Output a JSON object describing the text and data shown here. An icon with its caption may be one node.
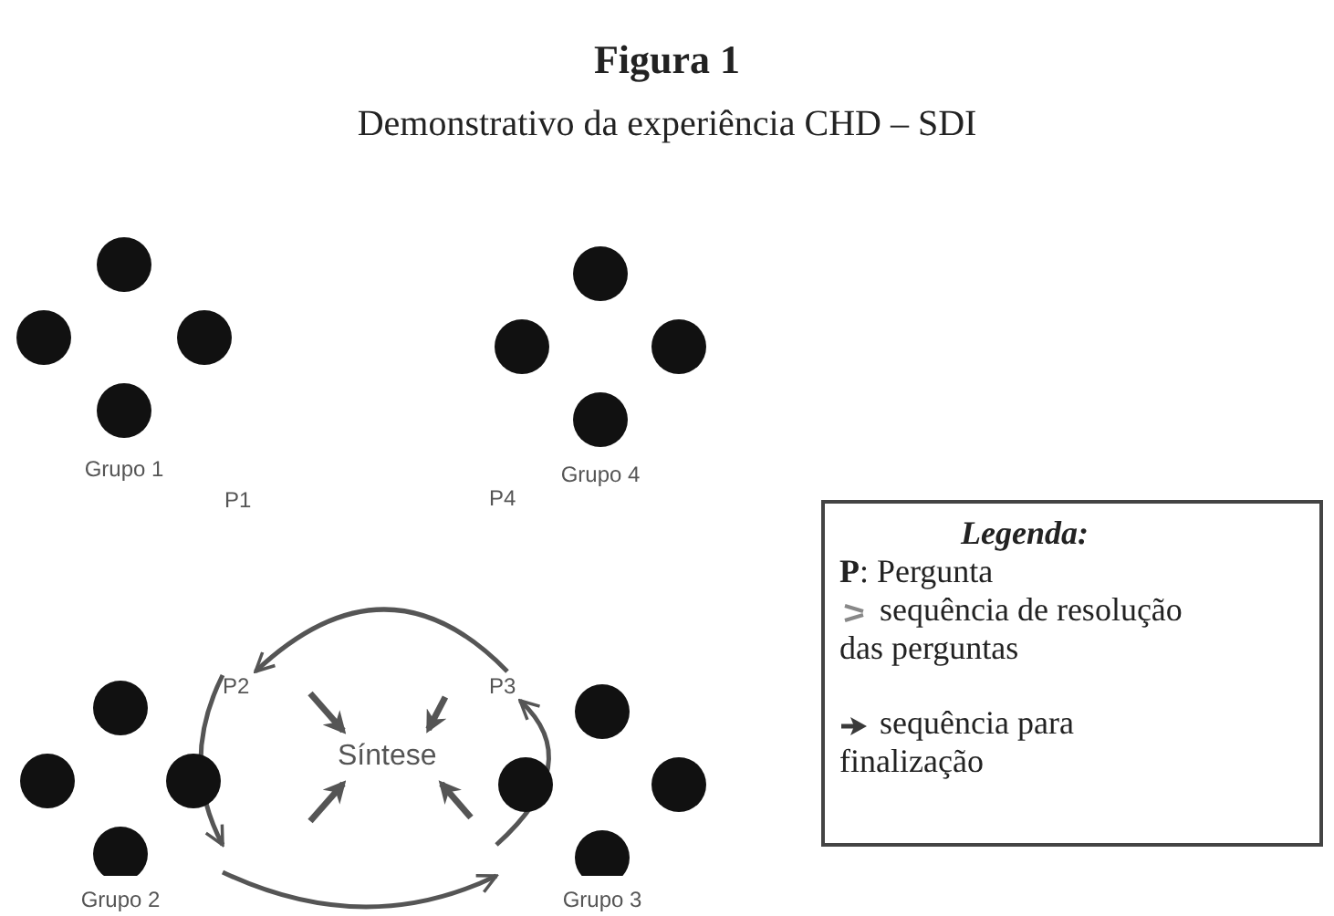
{
  "diagram": {
    "title": "Figura 1",
    "caption": "Demonstrativo da experiência CHD – SDI",
    "nodes": [
      {
        "text": [
          "Grupo 1"
        ]
      },
      {
        "text": [
          "Grupo 4"
        ]
      },
      {
        "text": [
          "P2"
        ]
      },
      {
        "text": [
          "P3"
        ]
      },
      {
        "text": [
          "Síntese"
        ]
      },
      {
        "text": [
          "Grupo 2"
        ]
      },
      {
        "text": [
          "Grupo 3"
        ]
      }
    ],
    "edges": [
      {
        "from": 3,
        "to": 2,
        "arrow": "to"
      },
      {
        "from": 2,
        "to": 5,
        "arrow": "to"
      },
      {
        "from": 5,
        "to": 6,
        "arrow": "to"
      },
      {
        "from": 6,
        "to": 3,
        "arrow": "to"
      },
      {
        "from": null,
        "to": 4,
        "arrow": "to"
      },
      {
        "from": null,
        "to": 4,
        "arrow": "to"
      },
      {
        "from": null,
        "to": 4,
        "arrow": "to"
      },
      {
        "from": null,
        "to": 4,
        "arrow": "to"
      }
    ],
    "labels": [
      "P1",
      "P4",
      "Legenda:",
      "**P**: Pergunta"
    ],
    "legend": [
      {
        "text": "sequência de resolução das perguntas"
      },
      {
        "text": "sequência para finalização"
      }
    ]
  }
}
